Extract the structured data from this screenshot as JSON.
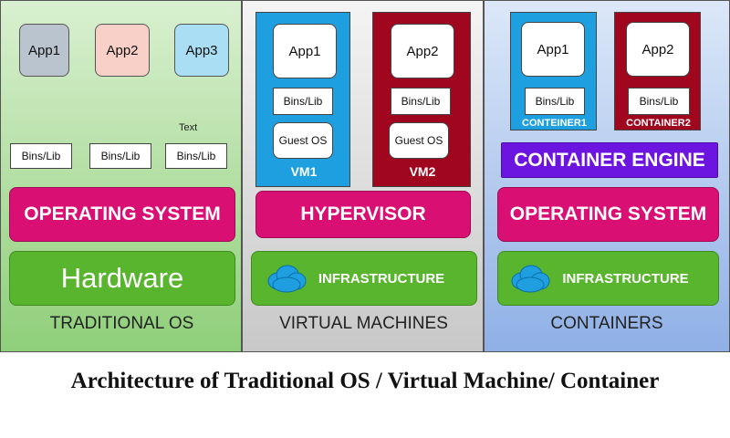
{
  "traditional": {
    "apps": [
      "App1",
      "App2",
      "App3"
    ],
    "text_note": "Text",
    "bins": [
      "Bins/Lib",
      "Bins/Lib",
      "Bins/Lib"
    ],
    "os": "OPERATING SYSTEM",
    "hardware": "Hardware",
    "caption": "TRADITIONAL OS"
  },
  "vms": {
    "vm1": {
      "app": "App1",
      "bins": "Bins/Lib",
      "guest_os": "Guest OS",
      "label": "VM1"
    },
    "vm2": {
      "app": "App2",
      "bins": "Bins/Lib",
      "guest_os": "Guest OS",
      "label": "VM2"
    },
    "hypervisor": "HYPERVISOR",
    "infrastructure": "INFRASTRUCTURE",
    "caption": "VIRTUAL MACHINES"
  },
  "containers": {
    "c1": {
      "app": "App1",
      "bins": "Bins/Lib",
      "label": "CONTEINER1"
    },
    "c2": {
      "app": "App2",
      "bins": "Bins/Lib",
      "label": "CONTAINER2"
    },
    "engine": "CONTAINER ENGINE",
    "os": "OPERATING SYSTEM",
    "infrastructure": "INFRASTRUCTURE",
    "caption": "CONTAINERS"
  },
  "title": "Architecture of Traditional OS / Virtual Machine/ Container",
  "colors": {
    "pink": "#d90f73",
    "green": "#58b52d",
    "vm_blue": "#1e9fe0",
    "vm_red": "#a0061e",
    "engine_purple": "#6c14e0",
    "cloud_blue": "#1f9ee0"
  }
}
